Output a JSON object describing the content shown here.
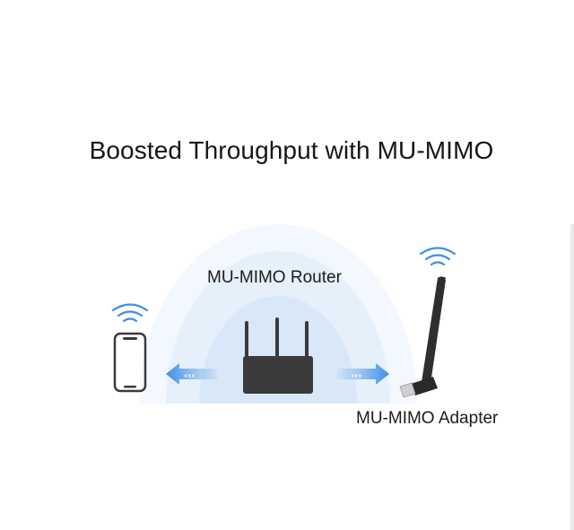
{
  "title": "Boosted Throughput with MU-MIMO",
  "labels": {
    "router": "MU-MIMO Router",
    "adapter": "MU-MIMO Adapter"
  },
  "icons": {
    "router": "router-icon",
    "phone": "smartphone-icon",
    "adapter": "usb-adapter-icon",
    "wifi": "wifi-icon",
    "arrow_left": "arrow-left-icon",
    "arrow_right": "arrow-right-icon"
  },
  "colors": {
    "glow_outer": "#f2f7fd",
    "glow_inner": "#dceaf8",
    "device": "#3a3a3a",
    "wifi": "#3d8fe0",
    "arrow": "#3e8fe6"
  }
}
